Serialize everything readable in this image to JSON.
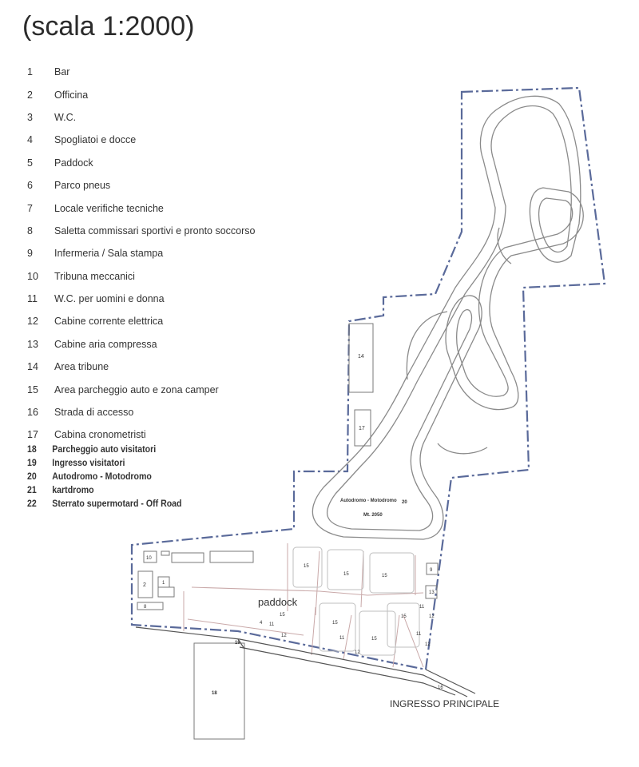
{
  "scale_title": "(scala 1:2000)",
  "legend": [
    {
      "num": "1",
      "label": "Bar"
    },
    {
      "num": "2",
      "label": "Officina"
    },
    {
      "num": "3",
      "label": "W.C."
    },
    {
      "num": "4",
      "label": "Spogliatoi e docce"
    },
    {
      "num": "5",
      "label": "Paddock"
    },
    {
      "num": "6",
      "label": "Parco pneus"
    },
    {
      "num": "7",
      "label": "Locale verifiche tecniche"
    },
    {
      "num": "8",
      "label": "Saletta commissari sportivi e pronto soccorso"
    },
    {
      "num": "9",
      "label": "Infermeria / Sala stampa"
    },
    {
      "num": "10",
      "label": "Tribuna meccanici"
    },
    {
      "num": "11",
      "label": "W.C. per uomini e donna"
    },
    {
      "num": "12",
      "label": "Cabine corrente elettrica"
    },
    {
      "num": "13",
      "label": "Cabine aria compressa"
    },
    {
      "num": "14",
      "label": "Area tribune"
    },
    {
      "num": "15",
      "label": "Area parcheggio auto e zona camper"
    },
    {
      "num": "16",
      "label": "Strada di accesso"
    },
    {
      "num": "17",
      "label": "Cabina cronometristi"
    }
  ],
  "legend_bold": [
    {
      "num": "18",
      "label": "Parcheggio auto visitatori"
    },
    {
      "num": "19",
      "label": "Ingresso visitatori"
    },
    {
      "num": "20",
      "label": "Autodromo - Motodromo"
    },
    {
      "num": "21",
      "label": "kartdromo"
    },
    {
      "num": "22",
      "label": "Sterrato supermotard - Off Road"
    }
  ],
  "map": {
    "paddock_label": "paddock",
    "main_entrance_label": "INGRESSO PRINCIPALE",
    "track_label": "Autodromo - Motodromo",
    "track_length_label": "Mt. 2050",
    "track_num": "20",
    "tribune_num": "14",
    "timing_cabin_num": "17",
    "visitor_parking_num": "18",
    "visitor_entrance_num": "19",
    "access_road_num": "16",
    "mechanics_tribune_num": "10",
    "workshop_num": "2",
    "bar_num": "1",
    "stewards_room_num": "8",
    "infirmary_num": "9",
    "air_cabin_num": "13",
    "changing_rooms_num": "4",
    "parking_labels": [
      "15",
      "15",
      "15",
      "15",
      "15",
      "15",
      "15"
    ],
    "wc_labels": [
      "11",
      "11",
      "11",
      "11"
    ],
    "power_labels": [
      "12",
      "12",
      "12",
      "12"
    ],
    "boundary_color": "#5a6a9a",
    "outline_color": "#8a8a8a"
  }
}
